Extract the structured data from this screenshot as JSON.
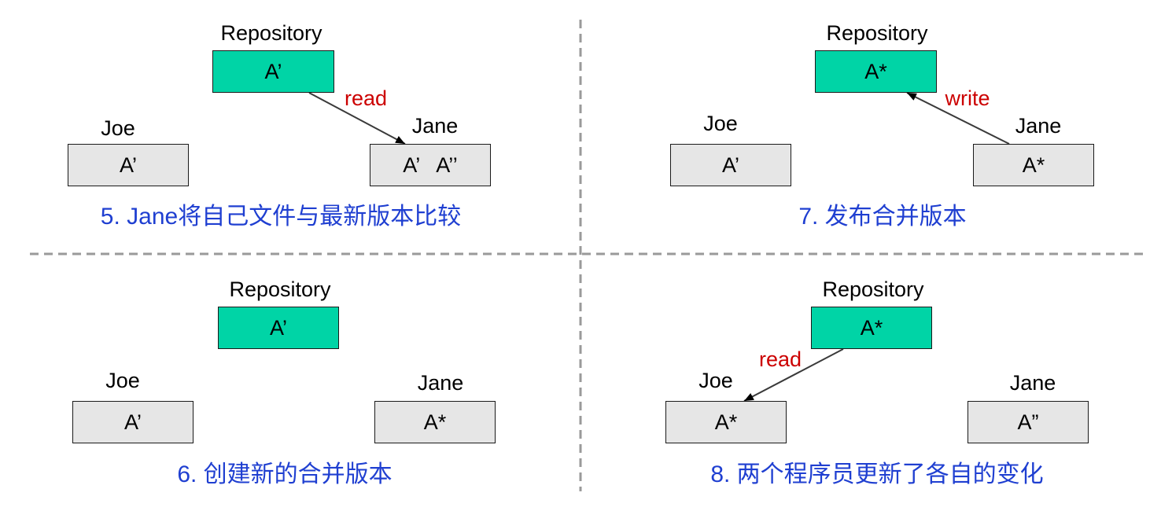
{
  "colors": {
    "repository_fill": "#00d4a6",
    "workspace_fill": "#e6e6e6",
    "caption_text": "#1f3fd1",
    "action_text": "#cc0000",
    "divider": "#9a9a9a"
  },
  "panels": [
    {
      "caption": "5. Jane将自己文件与最新版本比较",
      "repository": {
        "label": "Repository",
        "value": "A’"
      },
      "joe": {
        "label": "Joe",
        "value": "A’"
      },
      "jane": {
        "label": "Jane",
        "value": "A’   A’’"
      },
      "action": {
        "label": "read"
      }
    },
    {
      "caption": "7. 发布合并版本",
      "repository": {
        "label": "Repository",
        "value": "A*"
      },
      "joe": {
        "label": "Joe",
        "value": "A’"
      },
      "jane": {
        "label": "Jane",
        "value": "A*"
      },
      "action": {
        "label": "write"
      }
    },
    {
      "caption": "6. 创建新的合并版本",
      "repository": {
        "label": "Repository",
        "value": "A’"
      },
      "joe": {
        "label": "Joe",
        "value": "A’"
      },
      "jane": {
        "label": "Jane",
        "value": "A*"
      }
    },
    {
      "caption": "8. 两个程序员更新了各自的变化",
      "repository": {
        "label": "Repository",
        "value": "A*"
      },
      "joe": {
        "label": "Joe",
        "value": "A*"
      },
      "jane": {
        "label": "Jane",
        "value": "A”"
      },
      "action": {
        "label": "read"
      }
    }
  ]
}
